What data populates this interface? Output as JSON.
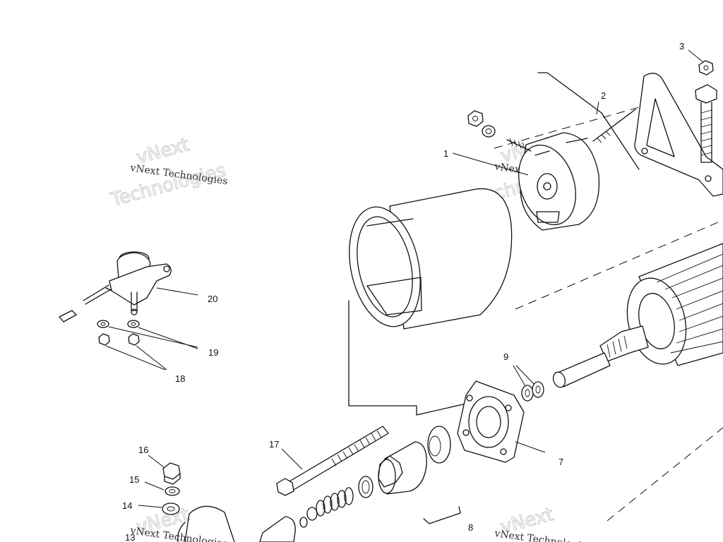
{
  "callouts": [
    "1",
    "2",
    "3",
    "7",
    "8",
    "9",
    "13",
    "14",
    "15",
    "16",
    "17",
    "18",
    "19",
    "20"
  ],
  "watermark": {
    "company": "vNext Technologies",
    "overlay_line1": "vNext",
    "overlay_line2": "Technologies"
  }
}
